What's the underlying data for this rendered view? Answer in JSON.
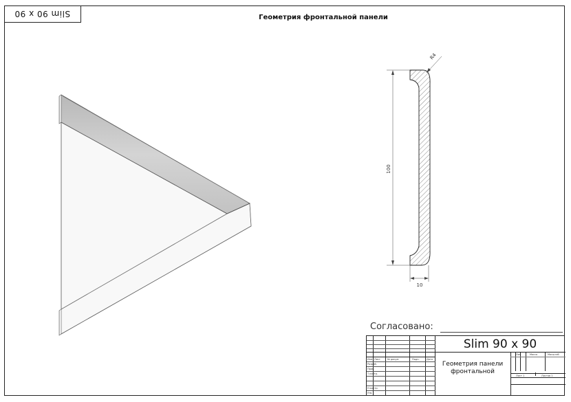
{
  "corner_label": "Slim 90 x 90",
  "sheet_title": "Геометрия фронтальной панели",
  "profile_dims": {
    "height_label": "100",
    "width_label": "10",
    "radius_label": "R4"
  },
  "approval": {
    "label": "Согласовано:"
  },
  "title_block": {
    "product_name": "Slim 90 x 90",
    "description_line1": "Геометрия панели",
    "description_line2": "фронтальной",
    "col_headers": [
      "Изм.",
      "Лист",
      "№ докум.",
      "Подп.",
      "Дата"
    ],
    "row_labels": [
      "Разраб.",
      "Пров.",
      "Т.контр.",
      "Н.контр.",
      "Утв."
    ],
    "cell_labels": {
      "lit": "Лит.",
      "mass": "Масса",
      "scale": "Масштаб",
      "sheet": "Лист 1",
      "sheets": "Листов 1"
    }
  }
}
